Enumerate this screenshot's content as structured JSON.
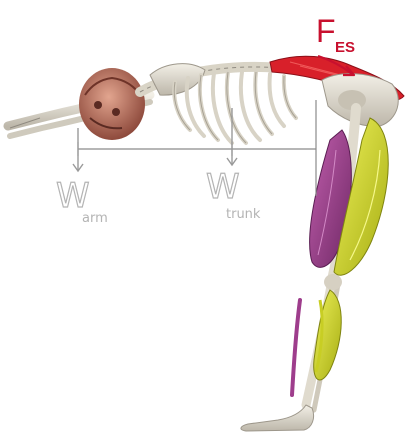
{
  "labels": {
    "force_main": "F",
    "force_sub": "ES",
    "arm_main": "W",
    "arm_sub": "arm",
    "trunk_main": "W",
    "trunk_sub": "trunk"
  },
  "colors": {
    "force": "#c8102e",
    "weight_text": "#b9b9b9",
    "bone": "#e6e2d6",
    "bone_shadow": "#a9a49a",
    "erector": "#d8202a",
    "gluteal": "#b03a7a",
    "hamstring": "#9e3d8c",
    "quad": "#d6dc1e",
    "skull": "#b56d5a",
    "lever_line": "#8a8a8a"
  },
  "icons": {
    "arm_arrow": "down-arrow-icon",
    "trunk_arrow": "down-arrow-icon",
    "force_arrow": "right-arrow-icon"
  }
}
